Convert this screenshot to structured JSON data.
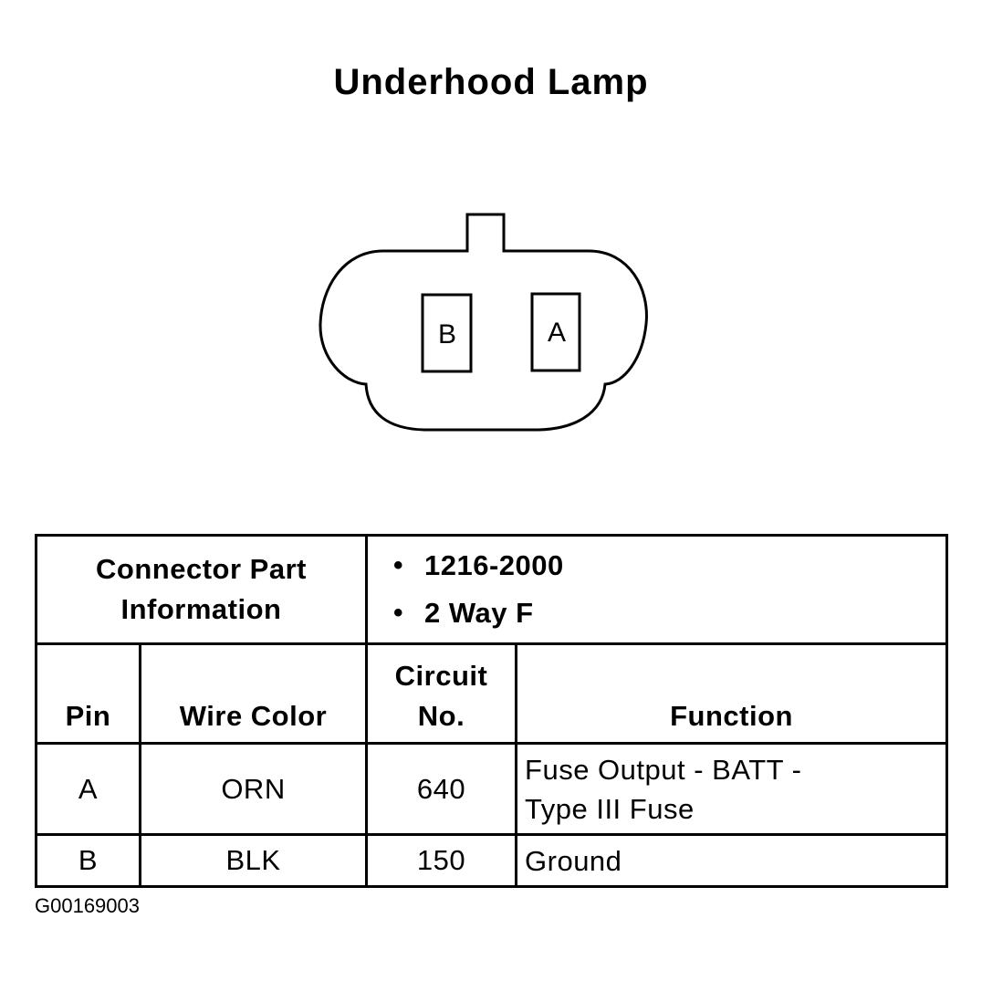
{
  "title": "Underhood Lamp",
  "connector": {
    "pins": [
      "B",
      "A"
    ]
  },
  "info": {
    "label_line1": "Connector Part",
    "label_line2": "Information",
    "values": [
      "1216-2000",
      "2 Way F"
    ]
  },
  "columns": {
    "pin": "Pin",
    "wire_color": "Wire Color",
    "circuit_line1": "Circuit",
    "circuit_line2": "No.",
    "function": "Function"
  },
  "rows": [
    {
      "pin": "A",
      "wire_color": "ORN",
      "circuit": "640",
      "function_line1": "Fuse Output - BATT -",
      "function_line2": "Type III Fuse"
    },
    {
      "pin": "B",
      "wire_color": "BLK",
      "circuit": "150",
      "function_line1": "Ground"
    }
  ],
  "figure_id": "G00169003"
}
